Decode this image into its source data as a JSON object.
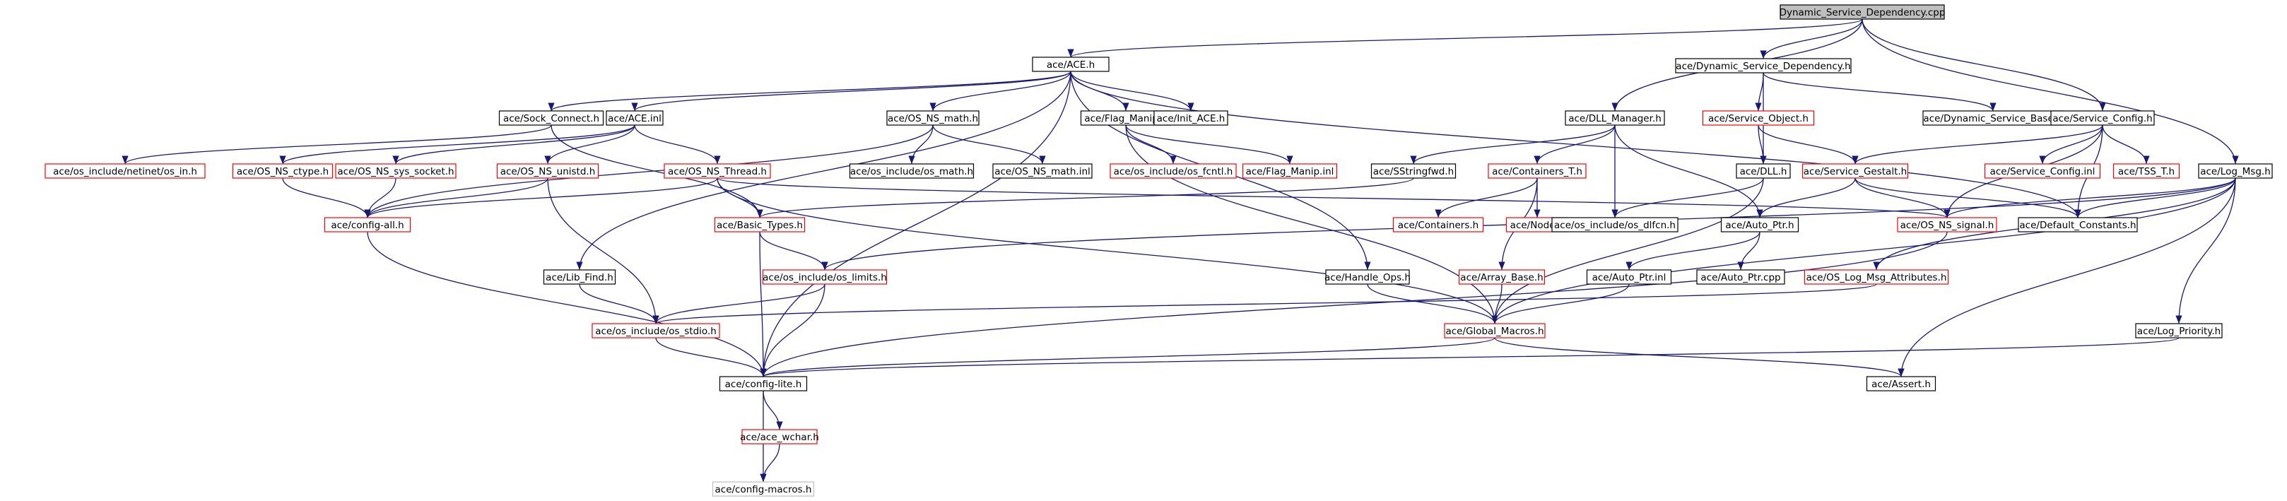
{
  "colors": {
    "edge": "#191970",
    "node_normal_border": "#000000",
    "node_missing_border": "#ff0000",
    "node_root_fill": "#bfbfbf",
    "node_external_border": "#bfbfbf",
    "node_external_text": "#7f7f7f"
  },
  "nodes": [
    {
      "id": "root",
      "label": "Dynamic_Service_Dependency.cpp",
      "style": "root"
    },
    {
      "id": "ace_h",
      "label": "ace/ACE.h",
      "style": "normal"
    },
    {
      "id": "dsd_h",
      "label": "ace/Dynamic_Service_Dependency.h",
      "style": "normal"
    },
    {
      "id": "sock_connect",
      "label": "ace/Sock_Connect.h",
      "style": "normal"
    },
    {
      "id": "ace_inl",
      "label": "ace/ACE.inl",
      "style": "normal"
    },
    {
      "id": "os_ns_math",
      "label": "ace/OS_NS_math.h",
      "style": "normal"
    },
    {
      "id": "flag_manip",
      "label": "ace/Flag_Manip.h",
      "style": "normal"
    },
    {
      "id": "init_ace",
      "label": "ace/Init_ACE.h",
      "style": "normal"
    },
    {
      "id": "dll_manager",
      "label": "ace/DLL_Manager.h",
      "style": "normal"
    },
    {
      "id": "service_object",
      "label": "ace/Service_Object.h",
      "style": "missing"
    },
    {
      "id": "dsb_h",
      "label": "ace/Dynamic_Service_Base.h",
      "style": "normal"
    },
    {
      "id": "service_config",
      "label": "ace/Service_Config.h",
      "style": "normal"
    },
    {
      "id": "netinet_in",
      "label": "ace/os_include/netinet/os_in.h",
      "style": "missing"
    },
    {
      "id": "os_ns_ctype",
      "label": "ace/OS_NS_ctype.h",
      "style": "missing"
    },
    {
      "id": "os_ns_sys_socket",
      "label": "ace/OS_NS_sys_socket.h",
      "style": "missing"
    },
    {
      "id": "os_ns_unistd",
      "label": "ace/OS_NS_unistd.h",
      "style": "missing"
    },
    {
      "id": "os_ns_thread",
      "label": "ace/OS_NS_Thread.h",
      "style": "missing"
    },
    {
      "id": "os_math",
      "label": "ace/os_include/os_math.h",
      "style": "normal"
    },
    {
      "id": "os_ns_math_inl",
      "label": "ace/OS_NS_math.inl",
      "style": "normal"
    },
    {
      "id": "os_fcntl",
      "label": "ace/os_include/os_fcntl.h",
      "style": "missing"
    },
    {
      "id": "flag_manip_inl",
      "label": "ace/Flag_Manip.inl",
      "style": "missing"
    },
    {
      "id": "sstringfwd",
      "label": "ace/SStringfwd.h",
      "style": "normal"
    },
    {
      "id": "containers_t",
      "label": "ace/Containers_T.h",
      "style": "missing"
    },
    {
      "id": "dll_h",
      "label": "ace/DLL.h",
      "style": "normal"
    },
    {
      "id": "service_gestalt",
      "label": "ace/Service_Gestalt.h",
      "style": "missing"
    },
    {
      "id": "service_config_inl",
      "label": "ace/Service_Config.inl",
      "style": "missing"
    },
    {
      "id": "tss_t",
      "label": "ace/TSS_T.h",
      "style": "missing"
    },
    {
      "id": "log_msg",
      "label": "ace/Log_Msg.h",
      "style": "normal"
    },
    {
      "id": "config_all",
      "label": "ace/config-all.h",
      "style": "missing"
    },
    {
      "id": "basic_types",
      "label": "ace/Basic_Types.h",
      "style": "missing"
    },
    {
      "id": "containers_h",
      "label": "ace/Containers.h",
      "style": "missing"
    },
    {
      "id": "node_h",
      "label": "ace/Node.h",
      "style": "missing"
    },
    {
      "id": "os_dlfcn",
      "label": "ace/os_include/os_dlfcn.h",
      "style": "normal"
    },
    {
      "id": "auto_ptr",
      "label": "ace/Auto_Ptr.h",
      "style": "normal"
    },
    {
      "id": "os_ns_signal",
      "label": "ace/OS_NS_signal.h",
      "style": "missing"
    },
    {
      "id": "default_constants",
      "label": "ace/Default_Constants.h",
      "style": "normal"
    },
    {
      "id": "lib_find",
      "label": "ace/Lib_Find.h",
      "style": "normal"
    },
    {
      "id": "os_limits",
      "label": "ace/os_include/os_limits.h",
      "style": "missing"
    },
    {
      "id": "handle_ops",
      "label": "ace/Handle_Ops.h",
      "style": "normal"
    },
    {
      "id": "array_base",
      "label": "ace/Array_Base.h",
      "style": "missing"
    },
    {
      "id": "auto_ptr_inl",
      "label": "ace/Auto_Ptr.inl",
      "style": "normal"
    },
    {
      "id": "auto_ptr_cpp",
      "label": "ace/Auto_Ptr.cpp",
      "style": "normal"
    },
    {
      "id": "os_log_msg_attr",
      "label": "ace/OS_Log_Msg_Attributes.h",
      "style": "missing"
    },
    {
      "id": "os_stdio",
      "label": "ace/os_include/os_stdio.h",
      "style": "missing"
    },
    {
      "id": "global_macros",
      "label": "ace/Global_Macros.h",
      "style": "missing"
    },
    {
      "id": "log_priority",
      "label": "ace/Log_Priority.h",
      "style": "normal"
    },
    {
      "id": "config_lite",
      "label": "ace/config-lite.h",
      "style": "normal"
    },
    {
      "id": "assert_h",
      "label": "ace/Assert.h",
      "style": "normal"
    },
    {
      "id": "ace_wchar",
      "label": "ace/ace_wchar.h",
      "style": "missing"
    },
    {
      "id": "config_macros",
      "label": "ace/config-macros.h",
      "style": "external"
    }
  ],
  "edges": [
    [
      "root",
      "ace_h"
    ],
    [
      "root",
      "dsd_h"
    ],
    [
      "root",
      "dll_manager"
    ],
    [
      "root",
      "service_config"
    ],
    [
      "root",
      "log_msg"
    ],
    [
      "ace_h",
      "sock_connect"
    ],
    [
      "ace_h",
      "ace_inl"
    ],
    [
      "ace_h",
      "os_ns_math"
    ],
    [
      "ace_h",
      "flag_manip"
    ],
    [
      "ace_h",
      "init_ace"
    ],
    [
      "ace_h",
      "lib_find"
    ],
    [
      "ace_h",
      "handle_ops"
    ],
    [
      "ace_h",
      "default_constants"
    ],
    [
      "ace_h",
      "config_lite"
    ],
    [
      "dsd_h",
      "service_object"
    ],
    [
      "dsd_h",
      "dsb_h"
    ],
    [
      "dsd_h",
      "dll_h"
    ],
    [
      "sock_connect",
      "netinet_in"
    ],
    [
      "sock_connect",
      "basic_types"
    ],
    [
      "ace_inl",
      "os_ns_ctype"
    ],
    [
      "ace_inl",
      "os_ns_sys_socket"
    ],
    [
      "ace_inl",
      "os_ns_unistd"
    ],
    [
      "ace_inl",
      "os_ns_thread"
    ],
    [
      "os_ns_math",
      "os_math"
    ],
    [
      "os_ns_math",
      "os_ns_math_inl"
    ],
    [
      "os_ns_math",
      "config_all"
    ],
    [
      "flag_manip",
      "os_fcntl"
    ],
    [
      "flag_manip",
      "flag_manip_inl"
    ],
    [
      "flag_manip",
      "global_macros"
    ],
    [
      "dll_manager",
      "sstringfwd"
    ],
    [
      "dll_manager",
      "containers_t"
    ],
    [
      "dll_manager",
      "os_dlfcn"
    ],
    [
      "dll_manager",
      "auto_ptr"
    ],
    [
      "service_object",
      "dll_h"
    ],
    [
      "service_object",
      "service_gestalt"
    ],
    [
      "service_config",
      "service_gestalt"
    ],
    [
      "service_config",
      "service_config_inl"
    ],
    [
      "service_config",
      "tss_t"
    ],
    [
      "service_config",
      "default_constants"
    ],
    [
      "service_config",
      "os_ns_signal"
    ],
    [
      "os_ns_ctype",
      "config_all"
    ],
    [
      "os_ns_sys_socket",
      "config_all"
    ],
    [
      "os_ns_unistd",
      "config_all"
    ],
    [
      "os_ns_unistd",
      "os_stdio"
    ],
    [
      "os_ns_thread",
      "config_all"
    ],
    [
      "os_ns_thread",
      "basic_types"
    ],
    [
      "os_ns_thread",
      "global_macros"
    ],
    [
      "os_ns_thread",
      "os_ns_signal"
    ],
    [
      "sstringfwd",
      "basic_types"
    ],
    [
      "containers_t",
      "containers_h"
    ],
    [
      "containers_t",
      "node_h"
    ],
    [
      "containers_t",
      "array_base"
    ],
    [
      "dll_h",
      "os_dlfcn"
    ],
    [
      "dll_h",
      "global_macros"
    ],
    [
      "service_gestalt",
      "auto_ptr"
    ],
    [
      "service_gestalt",
      "os_ns_signal"
    ],
    [
      "service_gestalt",
      "default_constants"
    ],
    [
      "log_msg",
      "default_constants"
    ],
    [
      "log_msg",
      "os_log_msg_attr"
    ],
    [
      "log_msg",
      "log_priority"
    ],
    [
      "log_msg",
      "global_macros"
    ],
    [
      "log_msg",
      "os_limits"
    ],
    [
      "log_msg",
      "assert_h"
    ],
    [
      "log_msg",
      "os_ns_signal"
    ],
    [
      "config_all",
      "config_lite"
    ],
    [
      "basic_types",
      "os_limits"
    ],
    [
      "basic_types",
      "config_lite"
    ],
    [
      "auto_ptr",
      "auto_ptr_inl"
    ],
    [
      "auto_ptr",
      "auto_ptr_cpp"
    ],
    [
      "lib_find",
      "os_stdio"
    ],
    [
      "os_limits",
      "os_stdio"
    ],
    [
      "os_limits",
      "config_lite"
    ],
    [
      "handle_ops",
      "global_macros"
    ],
    [
      "array_base",
      "global_macros"
    ],
    [
      "auto_ptr_inl",
      "global_macros"
    ],
    [
      "os_log_msg_attr",
      "os_stdio"
    ],
    [
      "os_stdio",
      "config_lite"
    ],
    [
      "global_macros",
      "config_lite"
    ],
    [
      "global_macros",
      "assert_h"
    ],
    [
      "log_priority",
      "config_lite"
    ],
    [
      "os_ns_signal",
      "config_lite"
    ],
    [
      "config_lite",
      "ace_wchar"
    ],
    [
      "config_lite",
      "config_macros"
    ],
    [
      "ace_wchar",
      "config_macros"
    ]
  ]
}
